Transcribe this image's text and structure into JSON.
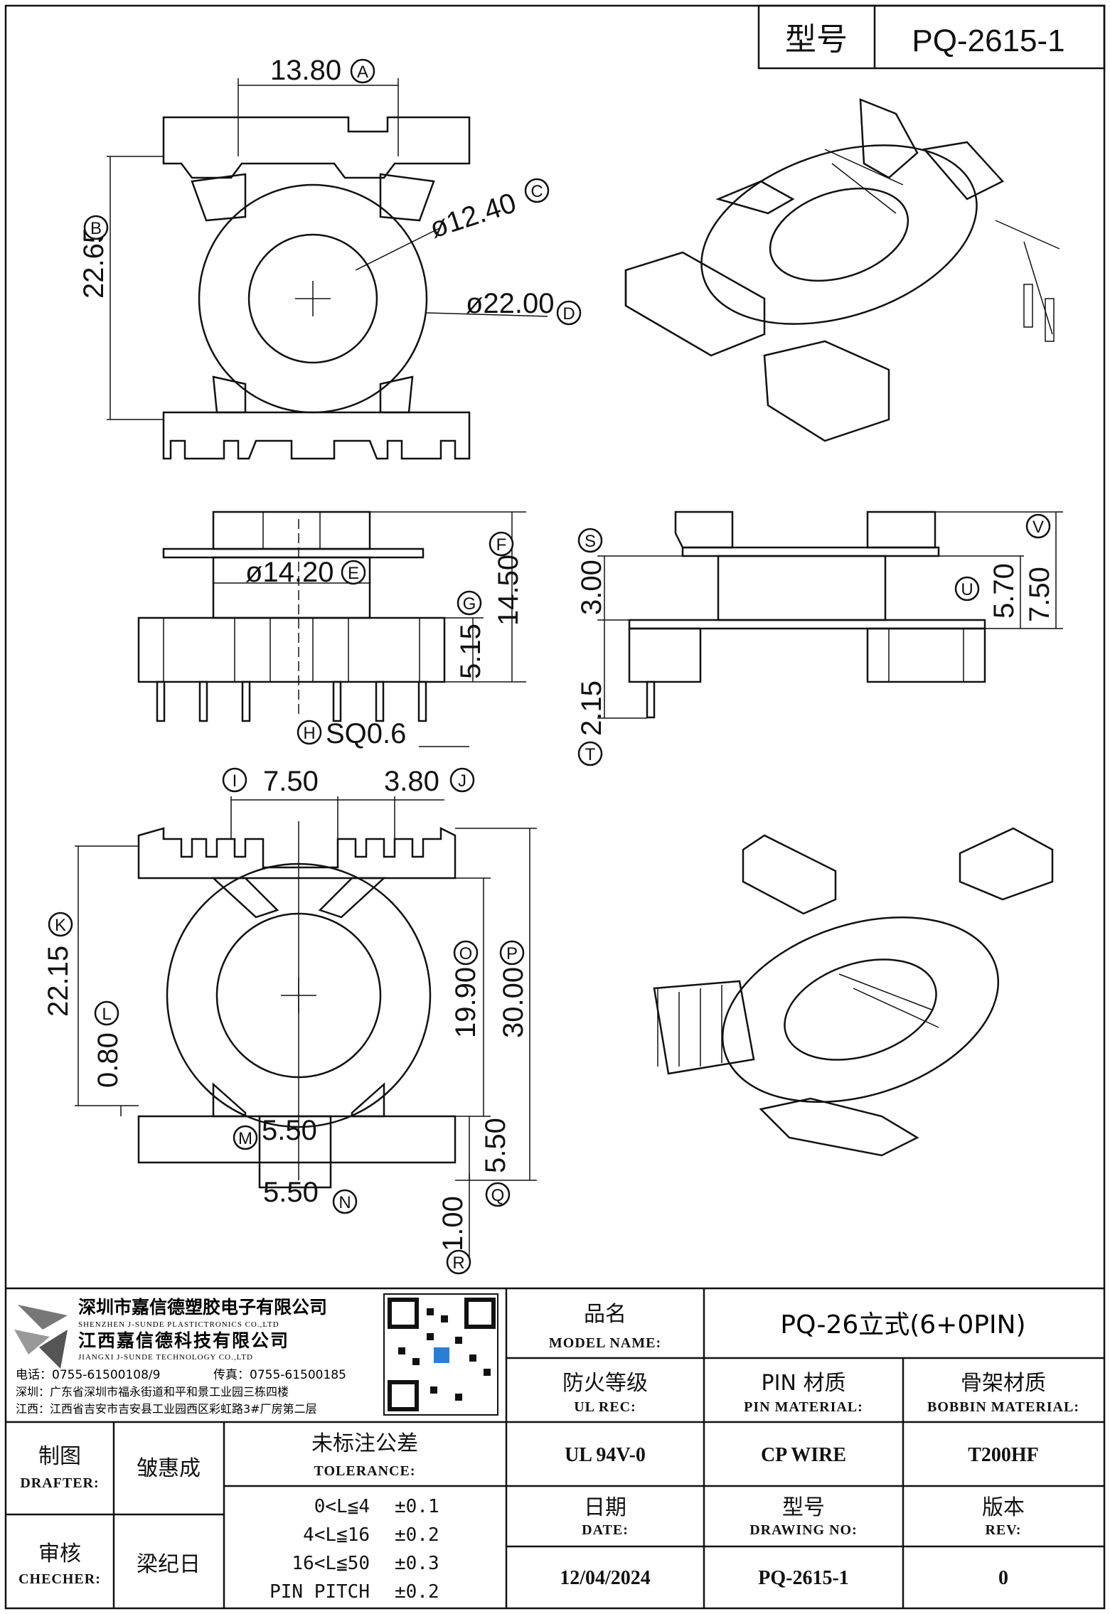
{
  "header": {
    "type_label": "型号",
    "type_value": "PQ-2615-1"
  },
  "dimensions": {
    "A": "13.80",
    "B": "22.65",
    "C": "ø12.40",
    "D": "ø22.00",
    "E": "ø14.20",
    "F": "14.50",
    "G": "5.15",
    "H": "SQ0.6",
    "S": "3.00",
    "T": "2.15",
    "U": "5.70",
    "V": "7.50",
    "I": "7.50",
    "J": "3.80",
    "K": "22.15",
    "L": "0.80",
    "M": "5.50",
    "N": "5.50",
    "O": "19.90",
    "P": "30.00",
    "Q": "5.50",
    "R": "1.00"
  },
  "markers": {
    "A": "A",
    "B": "B",
    "C": "C",
    "D": "D",
    "E": "E",
    "F": "F",
    "G": "G",
    "H": "H",
    "I": "I",
    "J": "J",
    "K": "K",
    "L": "L",
    "M": "M",
    "N": "N",
    "O": "O",
    "P": "P",
    "Q": "Q",
    "R": "R",
    "S": "S",
    "T": "T",
    "U": "U",
    "V": "V"
  },
  "company": {
    "name_cn": "深圳市嘉信德塑胶电子有限公司",
    "name_en": "SHENZHEN J-SUNDE PLASTICTRONICS CO.,LTD",
    "name2_cn": "江西嘉信德科技有限公司",
    "name2_en": "JIANGXI J-SUNDE TECHNOLOGY CO.,LTD",
    "phone": "电话：0755-61500108/9",
    "fax": "传真：0755-61500185",
    "addr_sz": "深圳：广东省深圳市福永街道和平和景工业园三栋四楼",
    "addr_jx": "江西：江西省吉安市吉安县工业园西区彩虹路3#厂房第二层"
  },
  "title_block": {
    "model_name_cn": "品名",
    "model_name_en": "MODEL NAME:",
    "model_name_value": "PQ-26立式(6+0PIN)",
    "ul_cn": "防火等级",
    "ul_en": "UL REC:",
    "ul_value": "UL 94V-0",
    "pin_cn": "PIN 材质",
    "pin_en": "PIN MATERIAL:",
    "pin_value": "CP WIRE",
    "bobbin_cn": "骨架材质",
    "bobbin_en": "BOBBIN MATERIAL:",
    "bobbin_value": "T200HF",
    "drafter_cn": "制图",
    "drafter_en": "DRAFTER:",
    "drafter_value": "皱惠成",
    "checker_cn": "审核",
    "checker_en": "CHECHER:",
    "checker_value": "梁纪日",
    "tol_cn": "未标注公差",
    "tol_en": "TOLERANCE:",
    "tolerances": [
      {
        "range": "0<L≦4",
        "value": "±0.1"
      },
      {
        "range": "4<L≦16",
        "value": "±0.2"
      },
      {
        "range": "16<L≦50",
        "value": "±0.3"
      },
      {
        "range": "PIN PITCH",
        "value": "±0.2"
      }
    ],
    "date_cn": "日期",
    "date_en": "DATE:",
    "date_value": "12/04/2024",
    "dwg_cn": "型号",
    "dwg_en": "DRAWING NO:",
    "dwg_value": "PQ-2615-1",
    "rev_cn": "版本",
    "rev_en": "REV:",
    "rev_value": "0"
  }
}
